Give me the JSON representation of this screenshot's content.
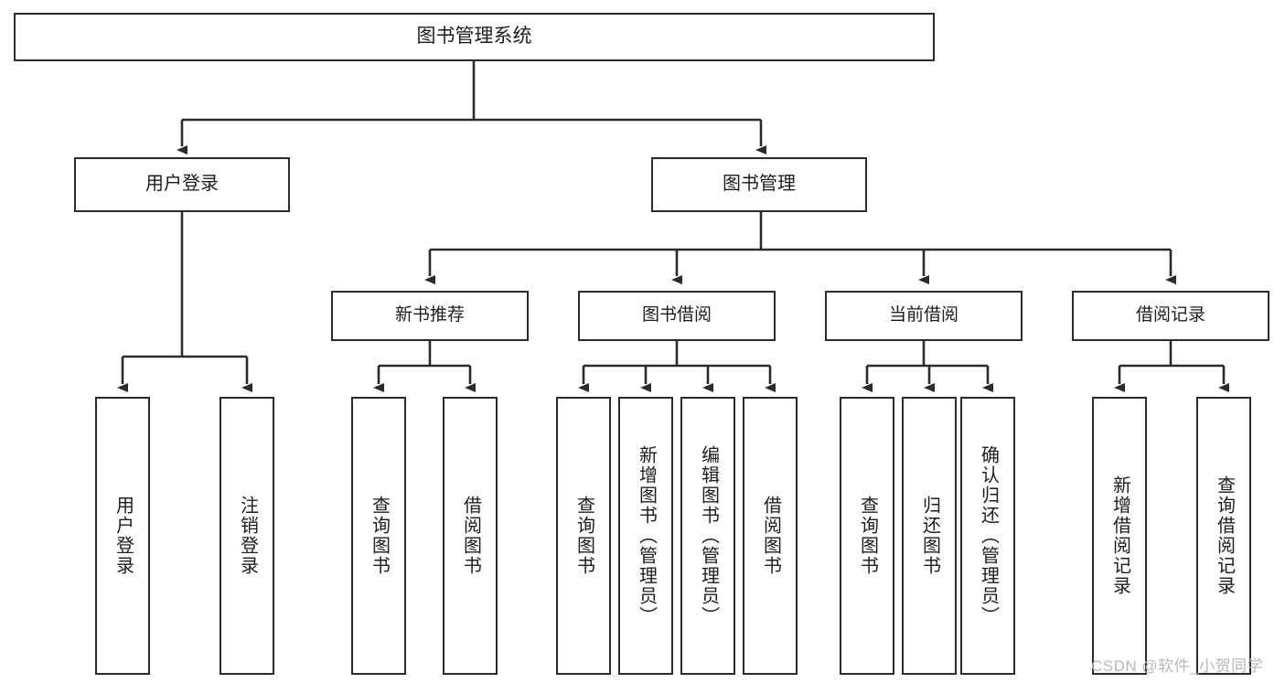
{
  "diagram": {
    "title": "图书管理系统",
    "watermark": "CSDN @软件_小贺同学",
    "colors": {
      "box_border": "#2b2b2b",
      "box_fill": "#ffffff",
      "edge": "#2b2b2b",
      "text": "#1d1d1d",
      "watermark": "#b9b9b9",
      "background": "#ffffff"
    },
    "nodes": {
      "root": {
        "label": "图书管理系统"
      },
      "level2": [
        {
          "id": "user-login",
          "label": "用户登录"
        },
        {
          "id": "book-management",
          "label": "图书管理"
        }
      ],
      "level3": [
        {
          "id": "new-book-recommend",
          "label": "新书推荐"
        },
        {
          "id": "book-borrow",
          "label": "图书借阅"
        },
        {
          "id": "current-borrow",
          "label": "当前借阅"
        },
        {
          "id": "borrow-record",
          "label": "借阅记录"
        }
      ],
      "leaves": {
        "user-login": [
          {
            "id": "login",
            "label": "用户登录"
          },
          {
            "id": "logout",
            "label": "注销登录"
          }
        ],
        "new-book-recommend": [
          {
            "id": "query-book-1",
            "label": "查询图书"
          },
          {
            "id": "borrow-book-1",
            "label": "借阅图书"
          }
        ],
        "book-borrow": [
          {
            "id": "query-book-2",
            "label": "查询图书"
          },
          {
            "id": "add-book",
            "label": "新增图书（管理员）"
          },
          {
            "id": "edit-book",
            "label": "编辑图书（管理员）"
          },
          {
            "id": "borrow-book-2",
            "label": "借阅图书"
          }
        ],
        "current-borrow": [
          {
            "id": "query-book-3",
            "label": "查询图书"
          },
          {
            "id": "return-book",
            "label": "归还图书"
          },
          {
            "id": "confirm-return",
            "label": "确认归还（管理员）"
          }
        ],
        "borrow-record": [
          {
            "id": "add-borrow-record",
            "label": "新增借阅记录"
          },
          {
            "id": "query-borrow-record",
            "label": "查询借阅记录"
          }
        ]
      }
    }
  },
  "chart_data": {
    "type": "diagram",
    "diagram_type": "tree",
    "title": "图书管理系统",
    "orientation": "top-down",
    "levels": 4,
    "edge_style": "orthogonal-with-arrowheads",
    "tree": {
      "name": "图书管理系统",
      "children": [
        {
          "name": "用户登录",
          "children": [
            {
              "name": "用户登录"
            },
            {
              "name": "注销登录"
            }
          ]
        },
        {
          "name": "图书管理",
          "children": [
            {
              "name": "新书推荐",
              "children": [
                {
                  "name": "查询图书"
                },
                {
                  "name": "借阅图书"
                }
              ]
            },
            {
              "name": "图书借阅",
              "children": [
                {
                  "name": "查询图书"
                },
                {
                  "name": "新增图书（管理员）"
                },
                {
                  "name": "编辑图书（管理员）"
                },
                {
                  "name": "借阅图书"
                }
              ]
            },
            {
              "name": "当前借阅",
              "children": [
                {
                  "name": "查询图书"
                },
                {
                  "name": "归还图书"
                },
                {
                  "name": "确认归还（管理员）"
                }
              ]
            },
            {
              "name": "借阅记录",
              "children": [
                {
                  "name": "新增借阅记录"
                },
                {
                  "name": "查询借阅记录"
                }
              ]
            }
          ]
        }
      ]
    }
  }
}
